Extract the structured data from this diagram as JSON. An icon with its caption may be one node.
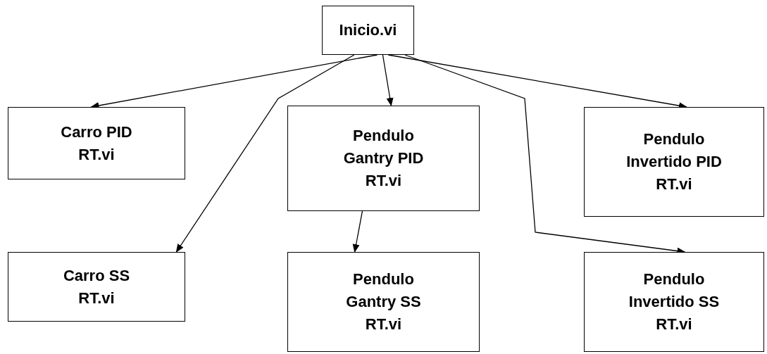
{
  "diagram": {
    "nodes": [
      {
        "text": [
          "Inicio.vi"
        ]
      },
      {
        "text": [
          "Carro PID RT.vi"
        ]
      },
      {
        "text": [
          "Pendulo Gantry PID RT.vi"
        ]
      },
      {
        "text": [
          "Pendulo Invertido PID RT.vi"
        ]
      },
      {
        "text": [
          "Carro SS RT.vi"
        ]
      },
      {
        "text": [
          "Pendulo Gantry SS RT.vi"
        ]
      },
      {
        "text": [
          "Pendulo Invertido SS RT.vi"
        ]
      }
    ],
    "edges": [
      {
        "from": 0,
        "to": 1,
        "arrow": "to"
      },
      {
        "from": 0,
        "to": 2,
        "arrow": "to"
      },
      {
        "from": 0,
        "to": 3,
        "arrow": "to"
      },
      {
        "from": 0,
        "to": 4,
        "arrow": "to"
      },
      {
        "from": 0,
        "to": 6,
        "arrow": "to"
      },
      {
        "from": 2,
        "to": 5,
        "arrow": "to"
      }
    ]
  }
}
